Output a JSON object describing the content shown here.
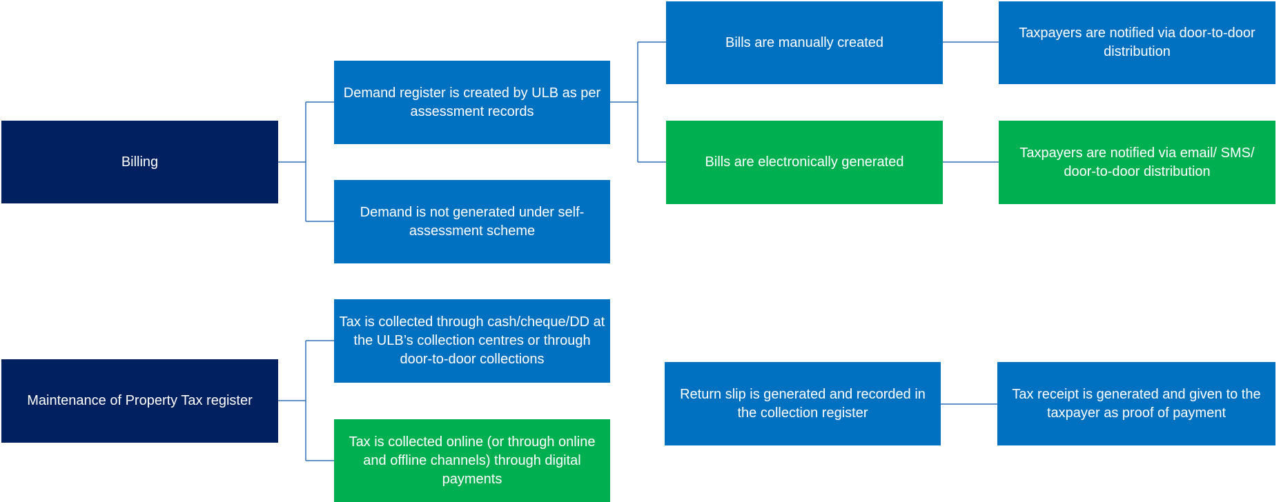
{
  "colors": {
    "navy": "#002060",
    "blue": "#0070c0",
    "green": "#00b050",
    "connector": "#2f6fb6"
  },
  "billing": {
    "root": "Billing",
    "demand_register": "Demand register is created by ULB as per assessment records",
    "demand_not_generated": "Demand is not generated under self-assessment scheme",
    "bills_manual": "Bills are manually created",
    "bills_electronic": "Bills are electronically generated",
    "notify_door": "Taxpayers are notified via door-to-door distribution",
    "notify_email": "Taxpayers are notified via email/ SMS/ door-to-door distribution"
  },
  "maintenance": {
    "root": "Maintenance of Property Tax register",
    "collected_cash": "Tax is collected through cash/cheque/DD at the ULB’s collection centres or through door-to-door collections",
    "collected_online": "Tax is collected online (or through online and offline channels) through digital payments",
    "return_slip": "Return slip is generated and recorded in the collection register",
    "tax_receipt": "Tax receipt is generated and given to the taxpayer as proof of payment"
  }
}
